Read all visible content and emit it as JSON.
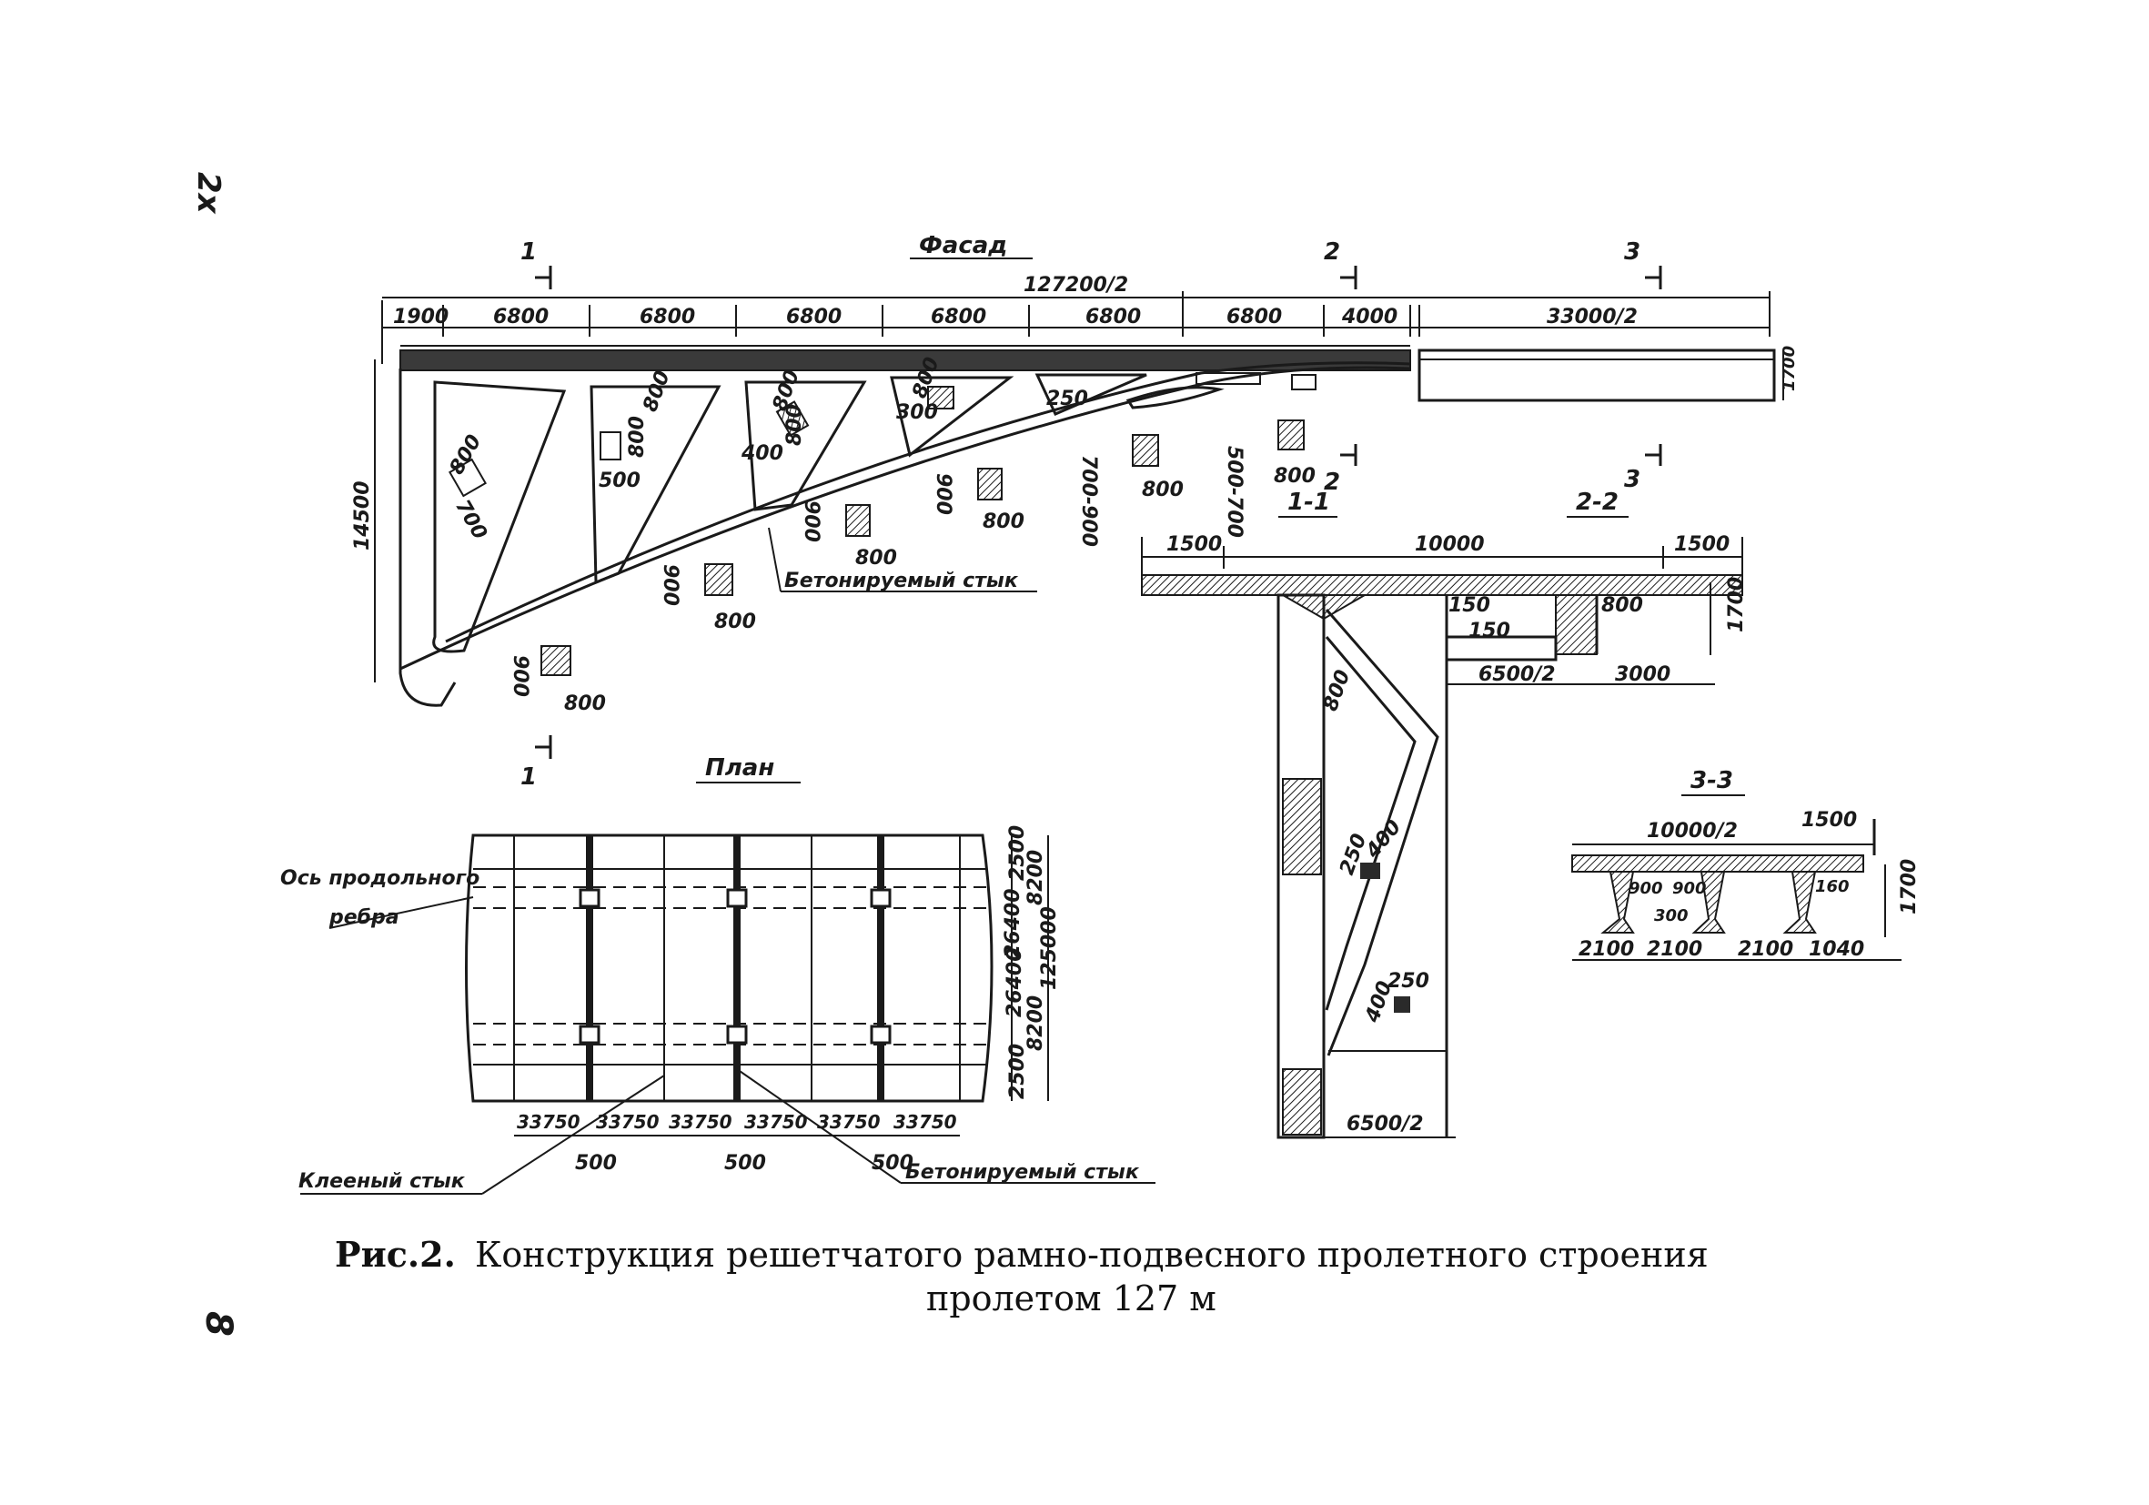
{
  "page": {
    "margin_mark": "2х",
    "page_number": "8"
  },
  "facade": {
    "title": "Фасад",
    "total_dim": "127200/2",
    "dims": [
      "1900",
      "6800",
      "6800",
      "6800",
      "6800",
      "6800",
      "6800",
      "4000",
      "33000/2"
    ],
    "height_dim": "14500",
    "deck_height": "1700",
    "section_marks": [
      "1",
      "2",
      "3",
      "1",
      "2",
      "3"
    ],
    "panel_labels": [
      "800",
      "700",
      "800",
      "500",
      "800",
      "800",
      "400",
      "800",
      "800",
      "300",
      "250",
      "500-700",
      "800",
      "700-900",
      "800",
      "900",
      "800",
      "900",
      "800",
      "900",
      "800",
      "900",
      "800"
    ],
    "joint_label": "Бетонируемый стык"
  },
  "section_1_1": {
    "title": "1-1",
    "dims": [
      "1500",
      "10000",
      "1500",
      "150",
      "150",
      "800",
      "1700",
      "6500/2",
      "3000",
      "800",
      "250",
      "400",
      "250",
      "400",
      "6500/2"
    ]
  },
  "section_2_2": {
    "title": "2-2"
  },
  "section_3_3": {
    "title": "3-3",
    "dims": [
      "10000/2",
      "1500",
      "900",
      "900",
      "160",
      "300",
      "1700",
      "2100",
      "2100",
      "2100",
      "1040"
    ]
  },
  "plan": {
    "title": "План",
    "axis_label_1": "Ось продольного",
    "axis_label_2": "ребра",
    "right_dims": [
      "2500",
      "8200",
      "26400",
      "125000",
      "26400",
      "8200",
      "2500"
    ],
    "bottom_dims": [
      "33750",
      "33750",
      "33750",
      "33750",
      "33750",
      "33750"
    ],
    "joint_dims": [
      "500",
      "500",
      "500"
    ],
    "glued_joint": "Клееный стык",
    "concrete_joint": "Бетонируемый стык"
  },
  "caption": {
    "prefix": "Рис.2.",
    "line1": "Конструкция решетчатого рамно-подвесного пролетного строения",
    "line2": "пролетом 127 м"
  }
}
